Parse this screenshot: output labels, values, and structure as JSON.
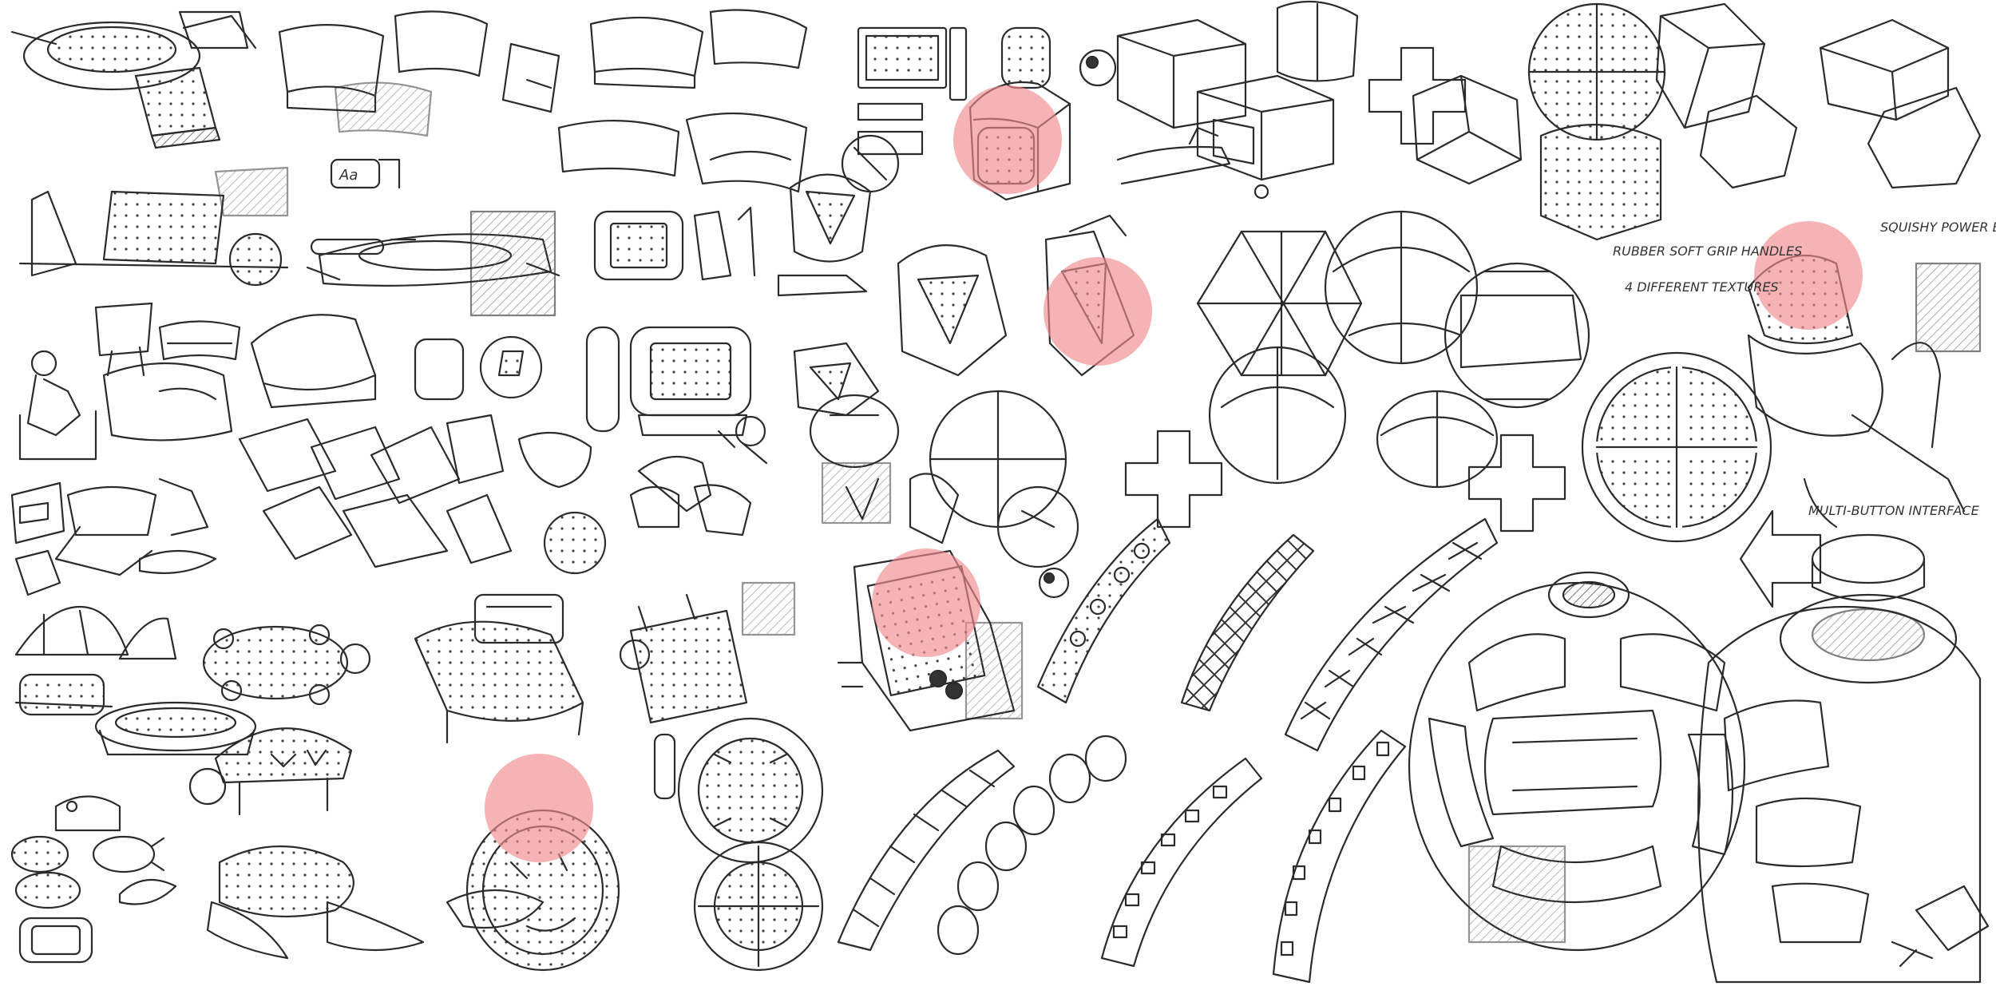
{
  "colors": {
    "paper": "#ffffff",
    "ink": "#2b2b2b",
    "ink_light": "#8a8a8a",
    "shade": "#bdbdbd",
    "highlight": "#f08a8f"
  },
  "annotations": {
    "power_button": "SQUISHY POWER BUTTON",
    "grip_handles": "RUBBER SOFT GRIP HANDLES",
    "textures": "4 DIFFERENT TEXTURES",
    "multi_button": "MULTI-BUTTON INTERFACE"
  },
  "highlight_spots": [
    "cube-device",
    "triangle-device",
    "top-power-button",
    "grid-panel-device",
    "round-pad-device"
  ]
}
